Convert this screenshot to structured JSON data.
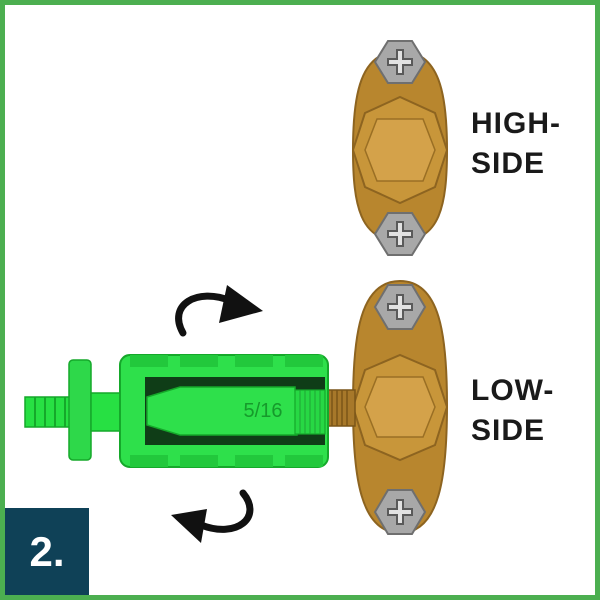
{
  "high_side": {
    "line1": "HIGH-",
    "line2": "SIDE"
  },
  "low_side": {
    "line1": "LOW-",
    "line2": "SIDE"
  },
  "step_badge": "2.",
  "coupler_size": "5/16",
  "colors": {
    "frame": "#4caf50",
    "badge": "#0f4157",
    "valve": "#b8862e",
    "hose": "#27e043",
    "screw": "#a8a8a8"
  }
}
